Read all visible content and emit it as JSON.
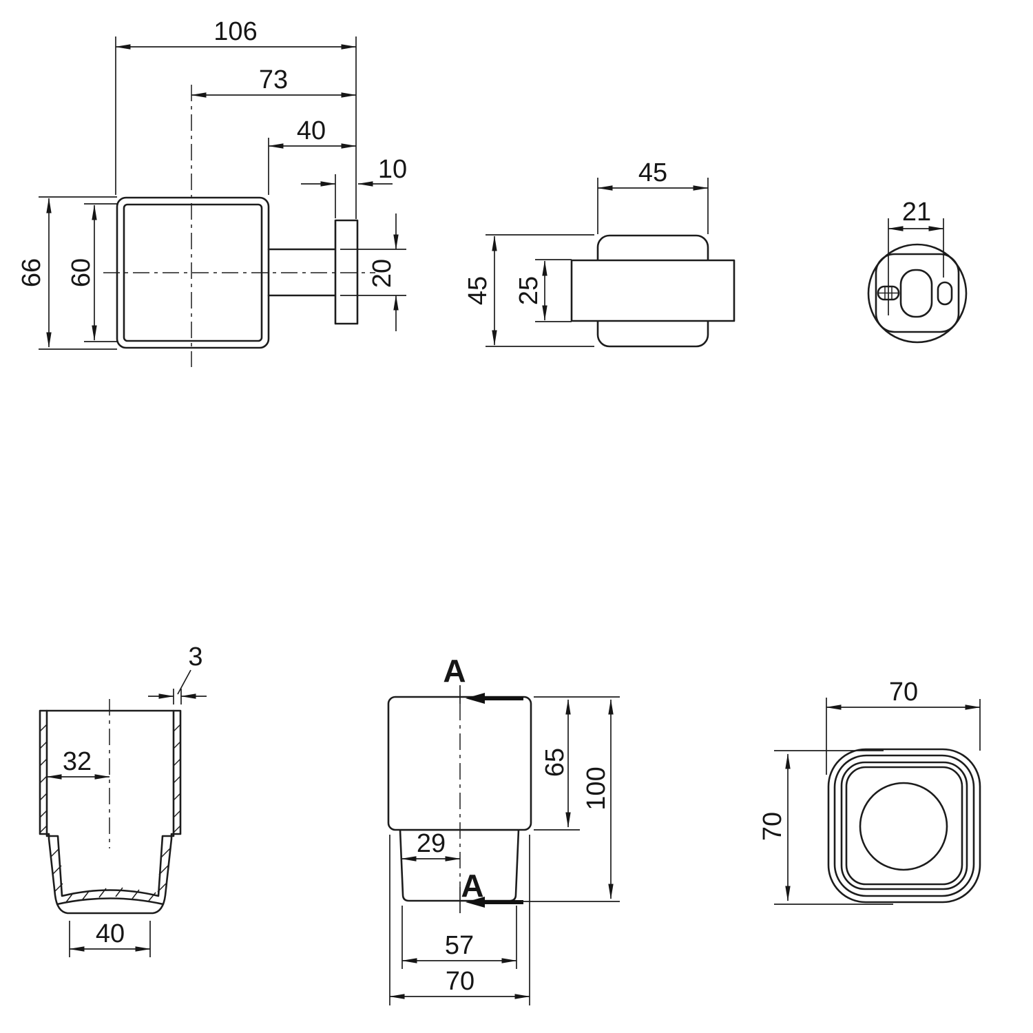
{
  "drawing": {
    "background": "#ffffff",
    "line_color": "#1c1c1c",
    "views": {
      "holder_front": {
        "title": "holder front view",
        "dims": {
          "total_width": "106",
          "center_to_wall": "73",
          "arm_to_wall": "40",
          "plate_thickness": "10",
          "outer_height": "66",
          "inner_height": "60",
          "arm_height": "20"
        }
      },
      "holder_side": {
        "title": "holder side view",
        "dims": {
          "width": "45",
          "height": "45",
          "arm_height": "25"
        }
      },
      "wall_plate_back": {
        "title": "wall plate back view",
        "dims": {
          "hole_offset": "21"
        }
      },
      "cup_section": {
        "title": "cup cross-section",
        "dims": {
          "wall_thickness": "3",
          "inner_half_width": "32",
          "bottom_width": "40"
        }
      },
      "cup_front": {
        "title": "cup elevation",
        "section_label": "A",
        "dims": {
          "upper_height": "65",
          "total_height": "100",
          "lower_half_width": "29",
          "bottom_width": "57",
          "total_width": "70"
        }
      },
      "cup_top": {
        "title": "cup top view",
        "dims": {
          "width": "70",
          "depth": "70"
        }
      }
    }
  }
}
